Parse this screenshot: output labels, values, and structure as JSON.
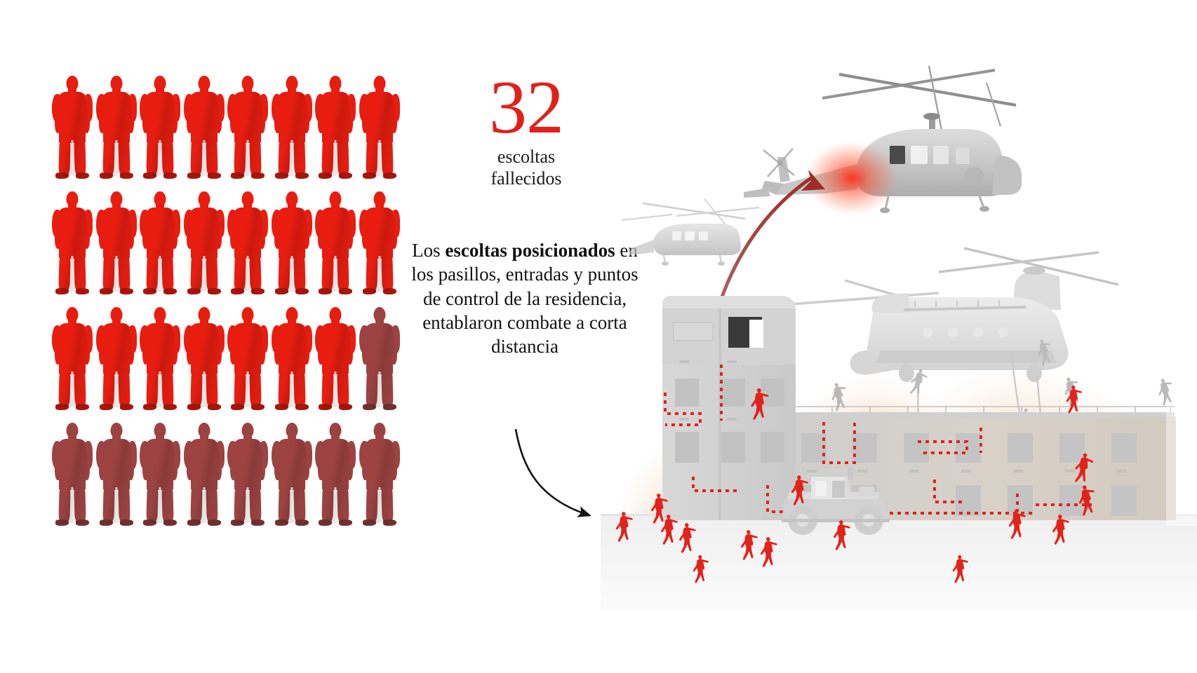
{
  "stat": {
    "number": "32",
    "label_line1": "escoltas",
    "label_line2": "fallecidos",
    "number_color": "#e2201b",
    "label_color": "#1a1a1a"
  },
  "callout": {
    "text_before": "Los ",
    "bold_1": "escoltas",
    "mid_space": " ",
    "bold_2": "posicionados",
    "text_after": " en los pasillos, entradas y puntos de control de la residencia, entablaron combate a corta distancia",
    "full_text": "Los escoltas posicionados en los pasillos, entradas y puntos de control de la residencia, entablaron combate a corta distancia",
    "arrow": "curved-black-arrow"
  },
  "pictogram": {
    "total_figures": 32,
    "columns": 8,
    "rows": 4,
    "highlighted_count": 23,
    "dimmed_count": 9,
    "highlight_color": "#e81d10",
    "dim_color": "#9c4341",
    "rows_data": [
      [
        "on",
        "on",
        "on",
        "on",
        "on",
        "on",
        "on",
        "on"
      ],
      [
        "on",
        "on",
        "on",
        "on",
        "on",
        "on",
        "on",
        "on"
      ],
      [
        "on",
        "on",
        "on",
        "on",
        "on",
        "on",
        "on",
        "off"
      ],
      [
        "off",
        "off",
        "off",
        "off",
        "off",
        "off",
        "off",
        "off"
      ]
    ]
  },
  "scene": {
    "name": "assault-on-residence-illustration",
    "aircraft": [
      {
        "name": "blackhawk-damaged",
        "label": "helicoptero-impactado",
        "status": "impactado",
        "glow_color": "#f0past"
      },
      {
        "name": "blackhawk-distant",
        "label": "helicoptero-lejano",
        "status": "en vuelo"
      },
      {
        "name": "chinook-fastrope",
        "label": "helicoptero-tandem",
        "status": "descenso por cuerda"
      }
    ],
    "colors": {
      "building_light": "#d5d5d5",
      "building_mid": "#c6c6c6",
      "building_warm": "#d9cfc4",
      "ground": "#f2f2f2",
      "aircraft": "#cfcfcf",
      "red_unit": "#e2231a",
      "dotted_path": "#e2231a",
      "fire_glow": "#f5c9a0",
      "red_arrow": "#a83b33",
      "black_arrow": "#111111"
    },
    "red_units_label": "escoltas",
    "grey_units_label": "fuerza asaltante",
    "dotted_paths_label": "pasillos y puntos de control",
    "vehicle": "humvee",
    "impact_arrow": "flecha-roja-curva-hacia-helicoptero"
  }
}
